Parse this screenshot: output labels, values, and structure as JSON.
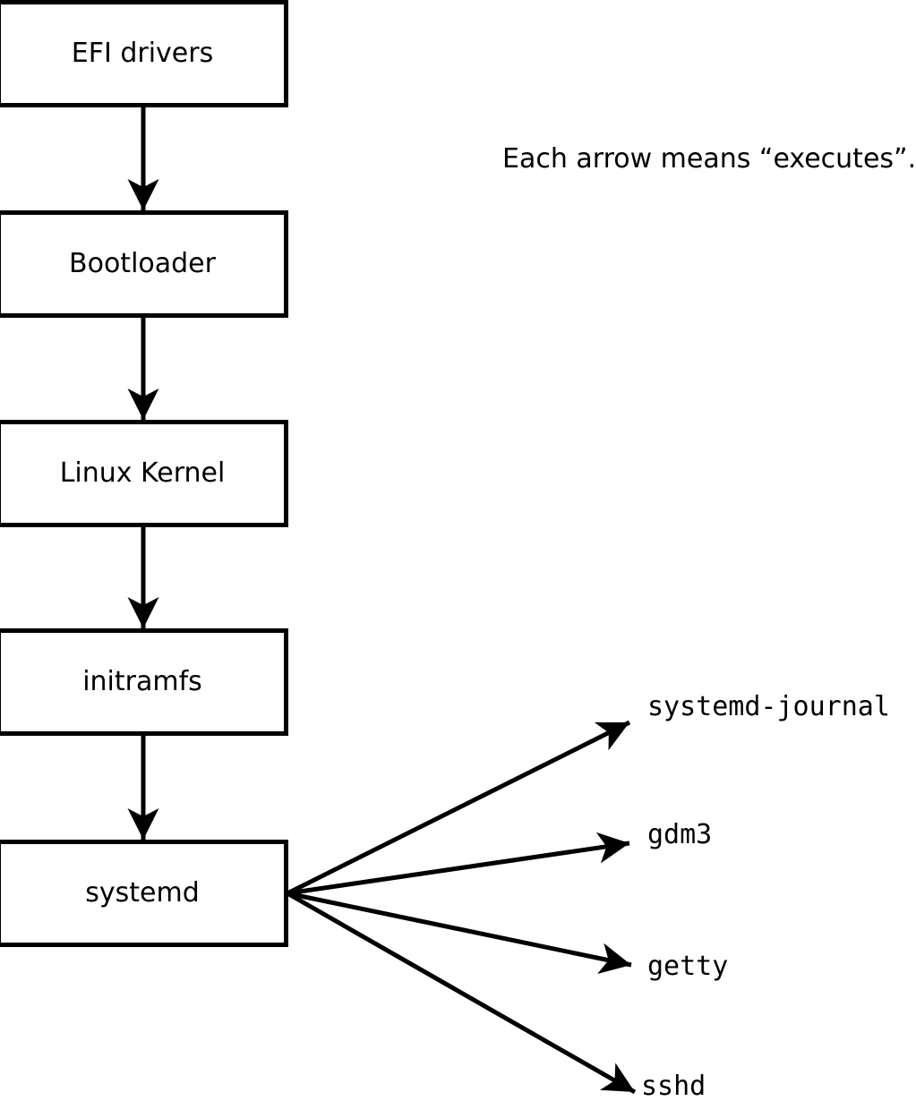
{
  "note": "Each arrow means “executes”.",
  "colors": {
    "stroke": "#000000",
    "background": "#ffffff",
    "box_fill": "#ffffff"
  },
  "flow": {
    "boxes": [
      {
        "id": "efi-drivers",
        "label": "EFI drivers"
      },
      {
        "id": "bootloader",
        "label": "Bootloader"
      },
      {
        "id": "linux-kernel",
        "label": "Linux Kernel"
      },
      {
        "id": "initramfs",
        "label": "initramfs"
      },
      {
        "id": "systemd",
        "label": "systemd"
      }
    ]
  },
  "spawned": [
    {
      "label": "systemd-journal"
    },
    {
      "label": "gdm3"
    },
    {
      "label": "getty"
    },
    {
      "label": "sshd"
    }
  ]
}
